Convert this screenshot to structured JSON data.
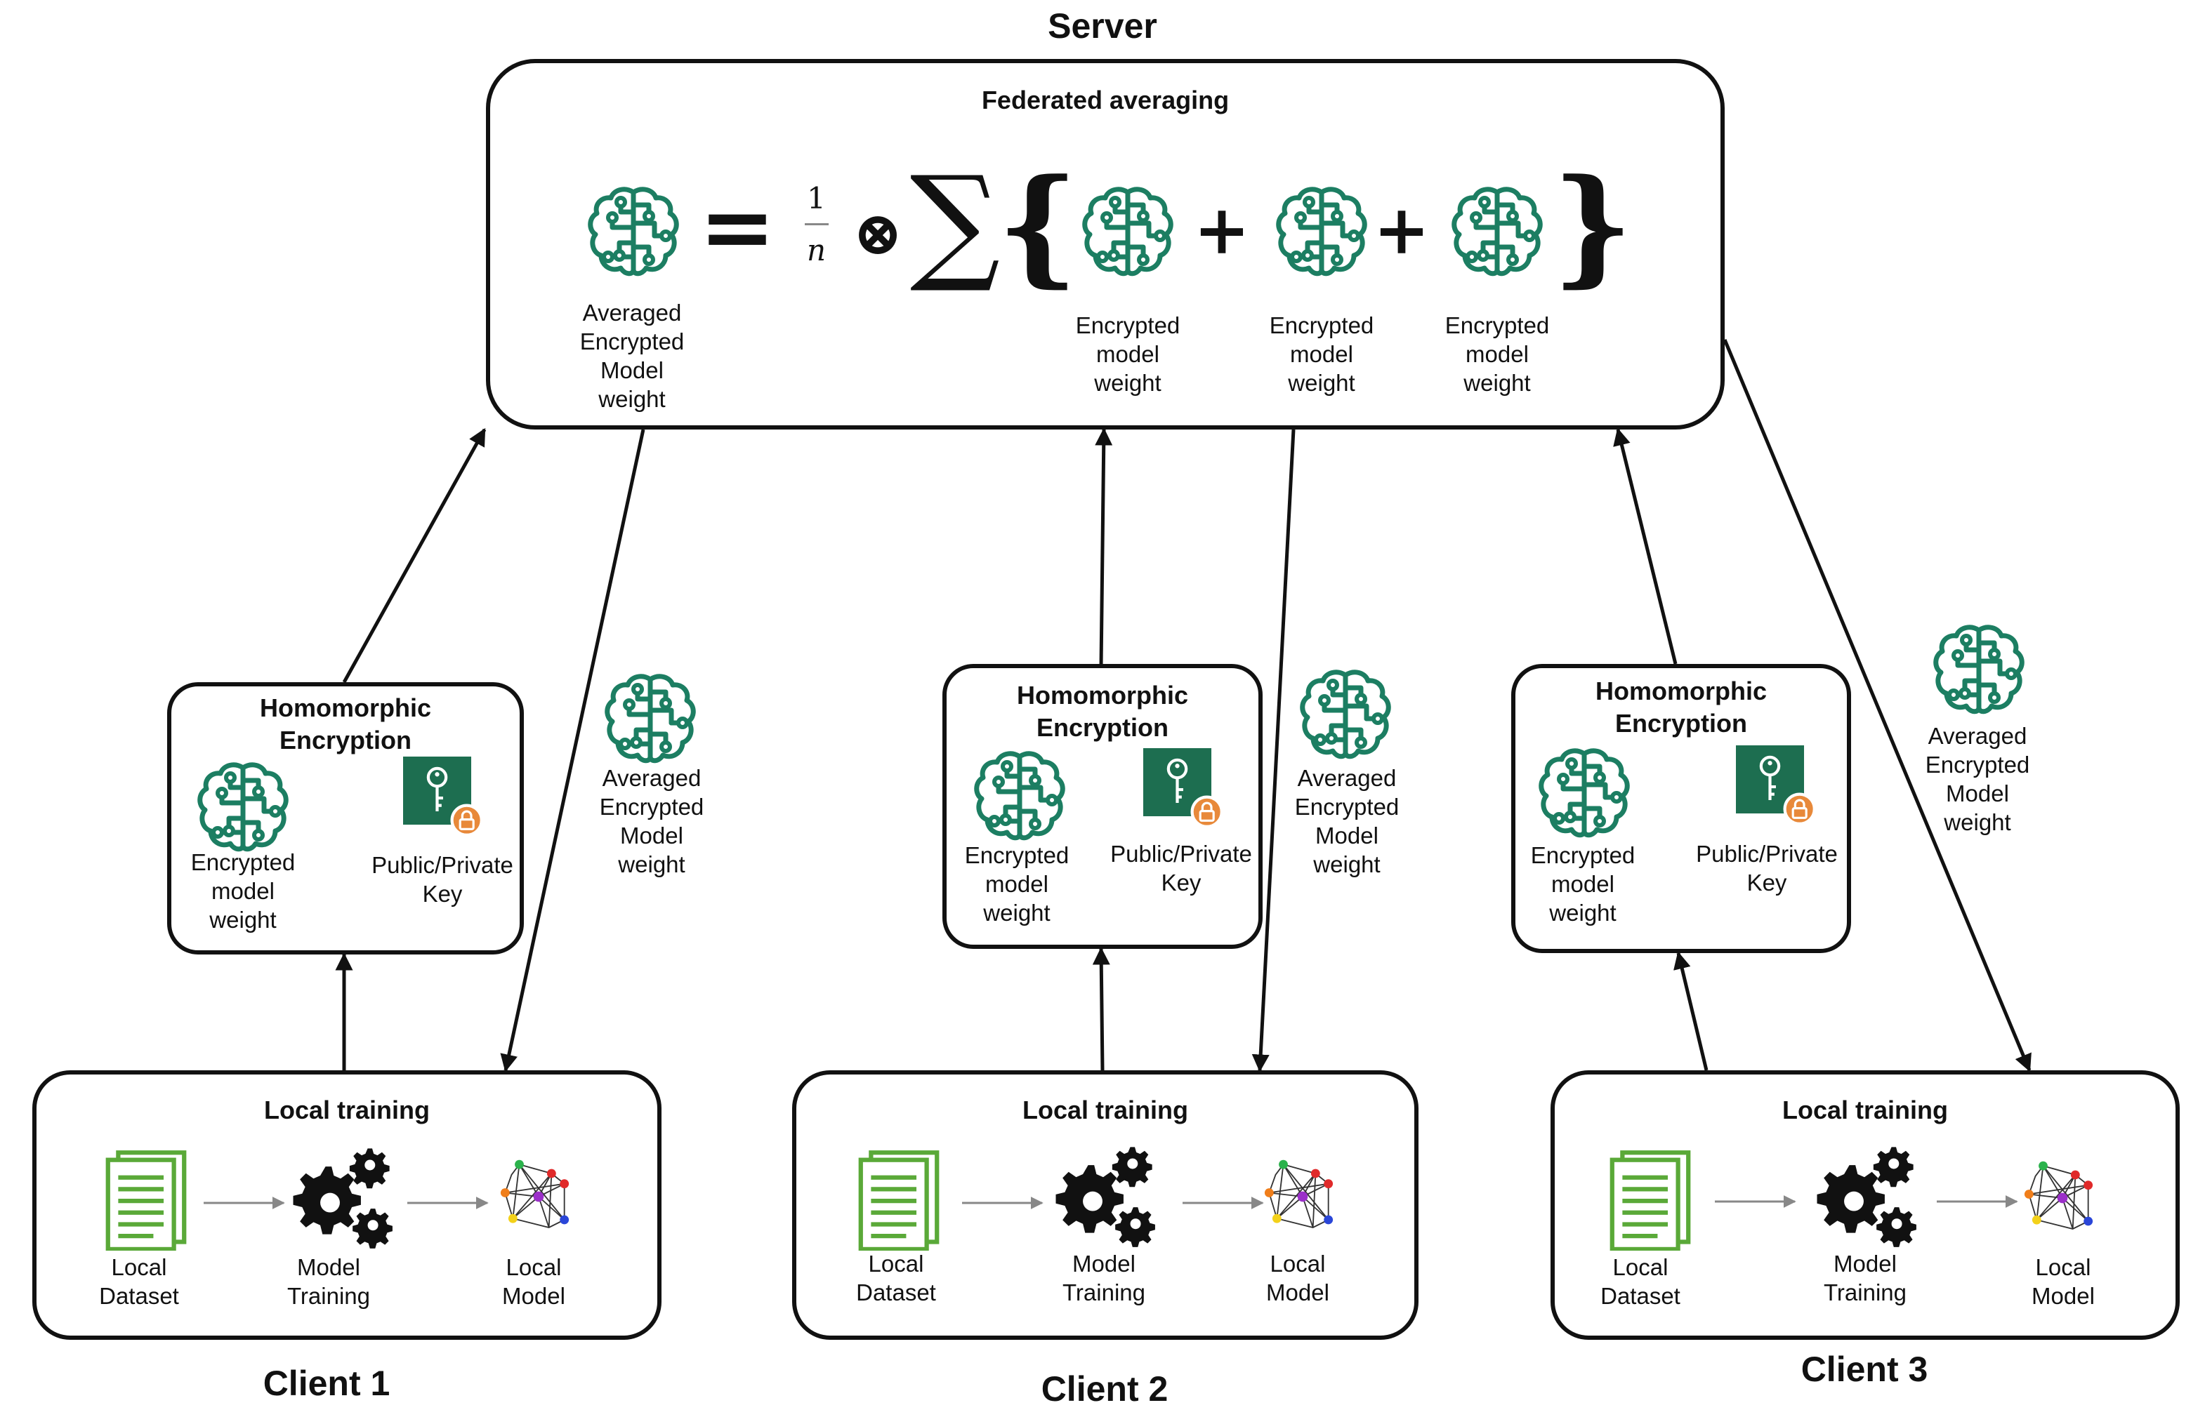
{
  "server": {
    "title": "Server",
    "box_title": "Federated averaging",
    "formula": {
      "equals": "=",
      "numerator": "1",
      "denominator": "n",
      "otimes": "⊗",
      "sigma": "∑",
      "lbrace": "{",
      "rbrace": "}",
      "plus": "+"
    },
    "result_label": "Averaged\nEncrypted\nModel\nweight",
    "term_label": "Encrypted\nmodel\nweight"
  },
  "clients": [
    {
      "name": "Client 1"
    },
    {
      "name": "Client 2"
    },
    {
      "name": "Client 3"
    }
  ],
  "encryption": {
    "title": "Homomorphic\nEncryption",
    "weight_label": "Encrypted\nmodel\nweight",
    "key_label": "Public/Private\nKey"
  },
  "local_training": {
    "title": "Local training",
    "dataset_label": "Local\nDataset",
    "training_label": "Model\nTraining",
    "model_label": "Local\nModel"
  },
  "broadcast_label": "Averaged\nEncrypted\nModel\nweight",
  "colors": {
    "brain_icon": "#1c7e62",
    "key_tile": "#1d6e50",
    "lock_badge": "#e8893a",
    "dataset_icon": "#5aa938",
    "stroke": "#111111",
    "flow_arrow": "#888888"
  },
  "icons": [
    "brain-chip-icon",
    "key-icon",
    "lock-icon",
    "document-icon",
    "gears-icon",
    "network-model-icon"
  ]
}
